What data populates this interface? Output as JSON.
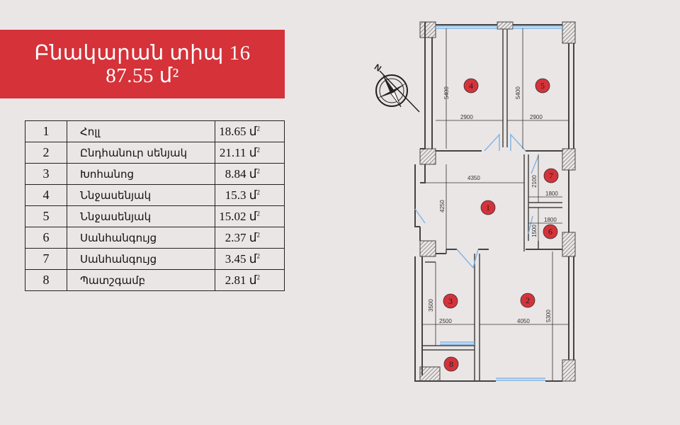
{
  "title": {
    "line1": "Բնակարան տիպ 16",
    "line2": "87.55 մ²"
  },
  "rooms": [
    {
      "num": "1",
      "name": "Հոլլ",
      "area": "18.65 մ",
      "unit_sup": "2"
    },
    {
      "num": "2",
      "name": "Ընդհանուր սենյակ",
      "area": "21.11 մ",
      "unit_sup": "2"
    },
    {
      "num": "3",
      "name": "Խոհանոց",
      "area": "8.84 մ",
      "unit_sup": "2"
    },
    {
      "num": "4",
      "name": "Ննջասենյակ",
      "area": "15.3 մ",
      "unit_sup": "2"
    },
    {
      "num": "5",
      "name": "Ննջասենյակ",
      "area": "15.02 մ",
      "unit_sup": "2"
    },
    {
      "num": "6",
      "name": "Սանհանգույց",
      "area": "2.37 մ",
      "unit_sup": "2"
    },
    {
      "num": "7",
      "name": "Սանհանգույց",
      "area": "3.45 մ",
      "unit_sup": "2"
    },
    {
      "num": "8",
      "name": "Պատշգամբ",
      "area": "2.81 մ",
      "unit_sup": "2"
    }
  ],
  "plan": {
    "markers": [
      "1",
      "2",
      "3",
      "4",
      "5",
      "6",
      "7",
      "8"
    ],
    "dimensions": {
      "d5400a": "5400",
      "d5400b": "5400",
      "d2900a": "2900",
      "d2900b": "2900",
      "d4350": "4350",
      "d4250": "4250",
      "d2100": "2100",
      "d1800a": "1800",
      "d1800b": "1800",
      "d1500": "1500",
      "d3500": "3500",
      "d2500": "2500",
      "d4050": "4050",
      "d5300": "5300"
    },
    "compass_letter": "N",
    "marker_color": "#d5323a",
    "wall_color": "#444444",
    "window_color": "#7fb6e6"
  }
}
